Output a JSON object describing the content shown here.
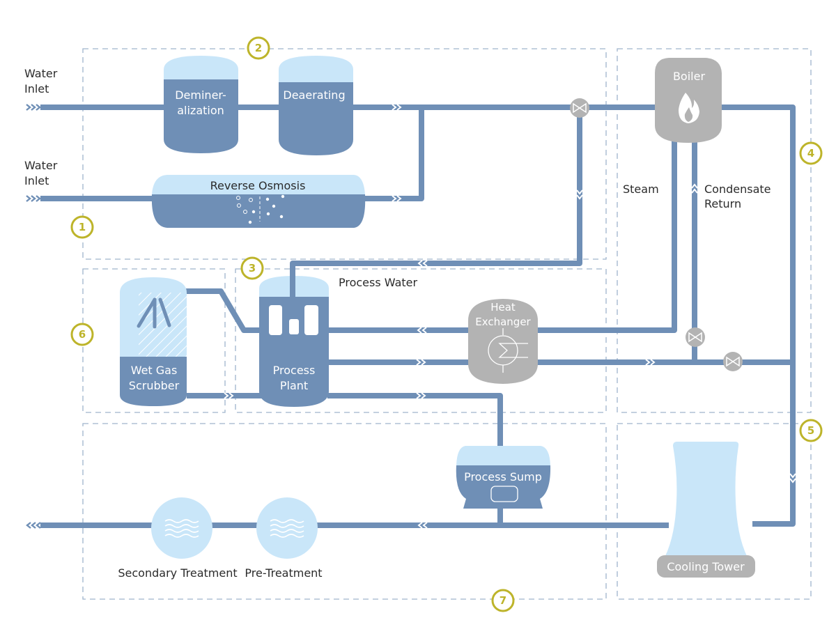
{
  "colors": {
    "pipe": "#6f8fb6",
    "tank_top": "#c9e6f9",
    "tank_body": "#6f8fb6",
    "gray_equipment": "#b3b3b3",
    "zone_border": "#9fb3cc",
    "badge": "#bdb42a",
    "text": "#2b2b2b"
  },
  "inlets": [
    {
      "line1": "Water",
      "line2": "Inlet"
    },
    {
      "line1": "Water",
      "line2": "Inlet"
    }
  ],
  "equipment": {
    "demineralization": {
      "line1": "Deminer-",
      "line2": "alization"
    },
    "deaerating": {
      "label": "Deaerating"
    },
    "reverse_osmosis": {
      "label": "Reverse Osmosis"
    },
    "boiler": {
      "label": "Boiler",
      "icon": "flame-icon"
    },
    "heat_exchanger": {
      "line1": "Heat",
      "line2": "Exchanger",
      "icon": "heat-exchanger-symbol-icon"
    },
    "wet_gas_scrubber": {
      "line1": "Wet Gas",
      "line2": "Scrubber",
      "icon": "spray-nozzle-icon"
    },
    "process_plant": {
      "line1": "Process",
      "line2": "Plant"
    },
    "process_sump": {
      "label": "Process Sump"
    },
    "cooling_tower": {
      "label": "Cooling Tower"
    },
    "secondary_treatment": {
      "label": "Secondary Treatment",
      "icon": "water-waves-icon"
    },
    "pre_treatment": {
      "label": "Pre-Treatment",
      "icon": "water-waves-icon"
    }
  },
  "stream_labels": {
    "steam": "Steam",
    "condensate_line1": "Condensate",
    "condensate_line2": "Return",
    "process_water": "Process Water"
  },
  "zones": [
    {
      "number": "1"
    },
    {
      "number": "2"
    },
    {
      "number": "3"
    },
    {
      "number": "4"
    },
    {
      "number": "5"
    },
    {
      "number": "6"
    },
    {
      "number": "7"
    }
  ],
  "valves": [
    {
      "name": "valve-process-water-feed",
      "icon": "valve-icon"
    },
    {
      "name": "valve-condensate-return",
      "icon": "valve-icon"
    },
    {
      "name": "valve-cooling-return",
      "icon": "valve-icon"
    }
  ]
}
